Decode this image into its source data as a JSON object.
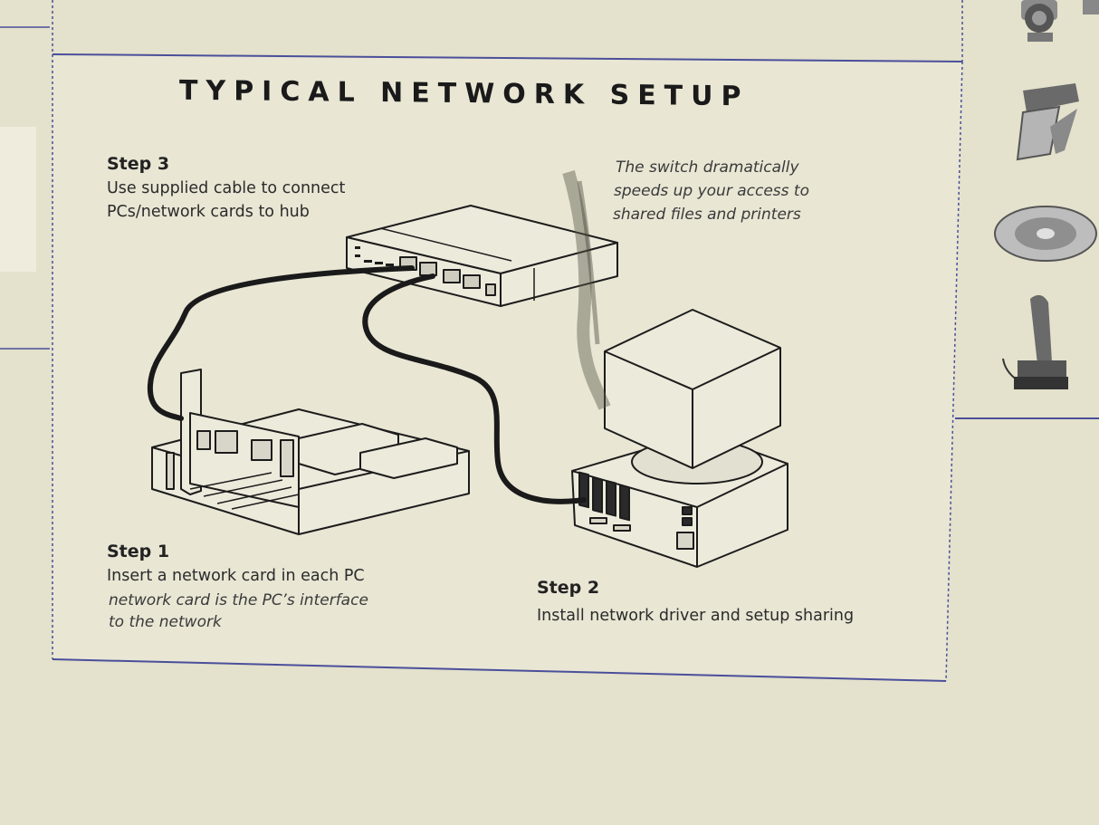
{
  "title": "TYPICAL NETWORK SETUP",
  "step3": {
    "heading": "Step 3",
    "line1": "Use supplied cable to connect",
    "line2": "PCs/network cards to hub"
  },
  "switch_note": {
    "line1": "The switch dramatically",
    "line2": "speeds up your access to",
    "line3": "shared files and printers"
  },
  "step1": {
    "heading": "Step 1",
    "line1": "Insert a network card in each PC",
    "note1": "network card is the PC’s interface",
    "note2": "to the network"
  },
  "step2": {
    "heading": "Step 2",
    "line1": "Install network driver and setup sharing"
  },
  "colors": {
    "background": "#e6e3cf",
    "panel": "#e9e6d4",
    "border": "#4a4f9a",
    "ink": "#1c1c1c"
  },
  "icons": [
    "camera-icon",
    "scanner-icon",
    "cd-icon",
    "joystick-icon"
  ]
}
